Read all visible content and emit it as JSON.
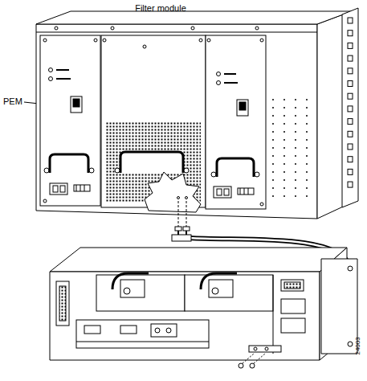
{
  "diagram": {
    "labels": [
      "Filter module",
      "PEM",
      "24003"
    ]
  }
}
